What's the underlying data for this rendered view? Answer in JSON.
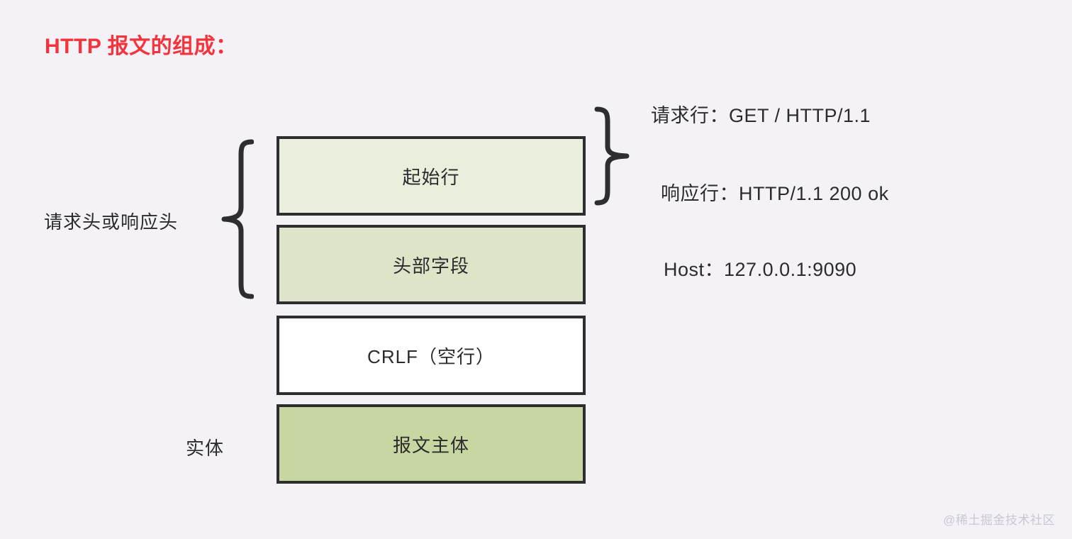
{
  "title": "HTTP 报文的组成：",
  "colors": {
    "background": "#f4f2f6",
    "title_red": "#f4333c",
    "border_dark": "#2e2e30",
    "start_line_fill": "#e9efdc",
    "header_fields_fill": "#dde4c8",
    "crlf_fill": "#ffffff",
    "body_fill": "#c8d7a2",
    "text_dark": "#2b2b2d",
    "watermark_gray": "#c9c8ce"
  },
  "diagram": {
    "boxes": [
      {
        "id": "start-line",
        "label": "起始行"
      },
      {
        "id": "header-fields",
        "label": "头部字段"
      },
      {
        "id": "crlf",
        "label": "CRLF（空行）"
      },
      {
        "id": "body",
        "label": "报文主体"
      }
    ],
    "left_labels": [
      {
        "id": "headers",
        "label": "请求头或响应头"
      },
      {
        "id": "entity",
        "label": "实体"
      }
    ],
    "annotations": [
      {
        "id": "request-line",
        "label": "请求行：GET / HTTP/1.1"
      },
      {
        "id": "response-line",
        "label": "响应行：HTTP/1.1 200 ok"
      },
      {
        "id": "host",
        "label": "Host：127.0.0.1:9090"
      }
    ]
  },
  "watermark": "@稀土掘金技术社区"
}
